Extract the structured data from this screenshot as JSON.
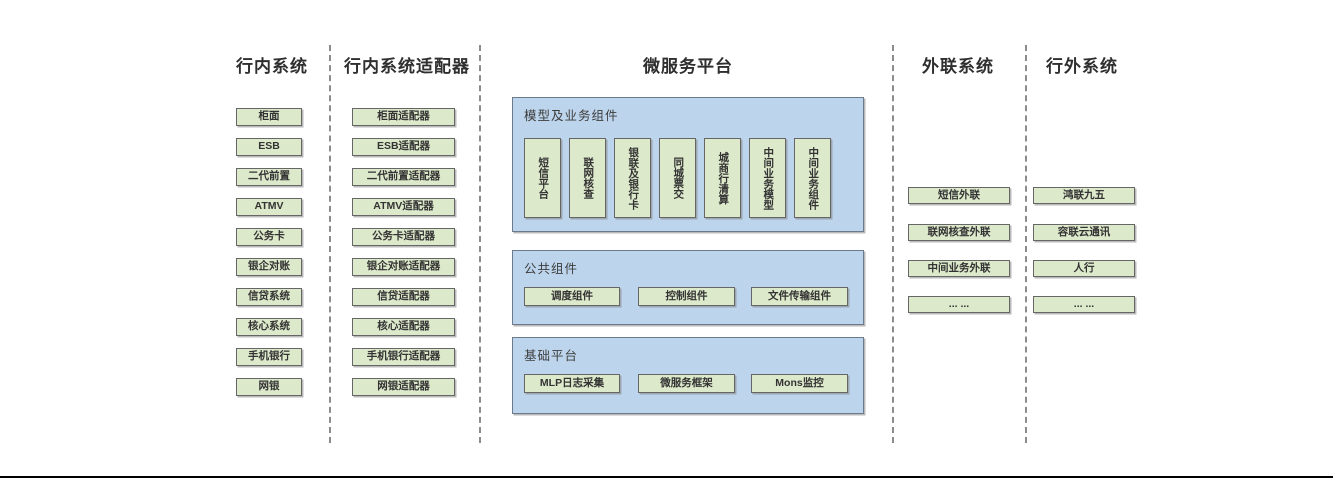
{
  "diagram": {
    "colors": {
      "box_green_fill": "#dde9cb",
      "box_green_border": "#666666",
      "panel_blue_fill": "#bdd5ec",
      "panel_blue_border": "#6b7b8c",
      "divider_gray": "#8c8c8c",
      "text_dark": "#2f2f2f",
      "baseline_black": "#000000"
    },
    "columns": {
      "internal": {
        "title": "行内系统",
        "items": [
          "柜面",
          "ESB",
          "二代前置",
          "ATMV",
          "公务卡",
          "银企对账",
          "信贷系统",
          "核心系统",
          "手机银行",
          "网银"
        ]
      },
      "adapters": {
        "title": "行内系统适配器",
        "items": [
          "柜面适配器",
          "ESB适配器",
          "二代前置适配器",
          "ATMV适配器",
          "公务卡适配器",
          "银企对账适配器",
          "信贷适配器",
          "核心适配器",
          "手机银行适配器",
          "网银适配器"
        ]
      },
      "platform": {
        "title": "微服务平台",
        "groups": {
          "model": {
            "label": "模型及业务组件",
            "items": [
              "短信平台",
              "联网核查",
              "银联及银行卡",
              "同城票交",
              "城商行清算",
              "中间业务模型",
              "中间业务组件"
            ]
          },
          "common": {
            "label": "公共组件",
            "items": [
              "调度组件",
              "控制组件",
              "文件传输组件"
            ]
          },
          "base": {
            "label": "基础平台",
            "items": [
              "MLP日志采集",
              "微服务框架",
              "Mons监控"
            ]
          }
        }
      },
      "outreach": {
        "title": "外联系统",
        "items": [
          "短信外联",
          "联网核查外联",
          "中间业务外联",
          "... ..."
        ]
      },
      "external": {
        "title": "行外系统",
        "items": [
          "鸿联九五",
          "容联云通讯",
          "人行",
          "... ..."
        ]
      }
    }
  }
}
